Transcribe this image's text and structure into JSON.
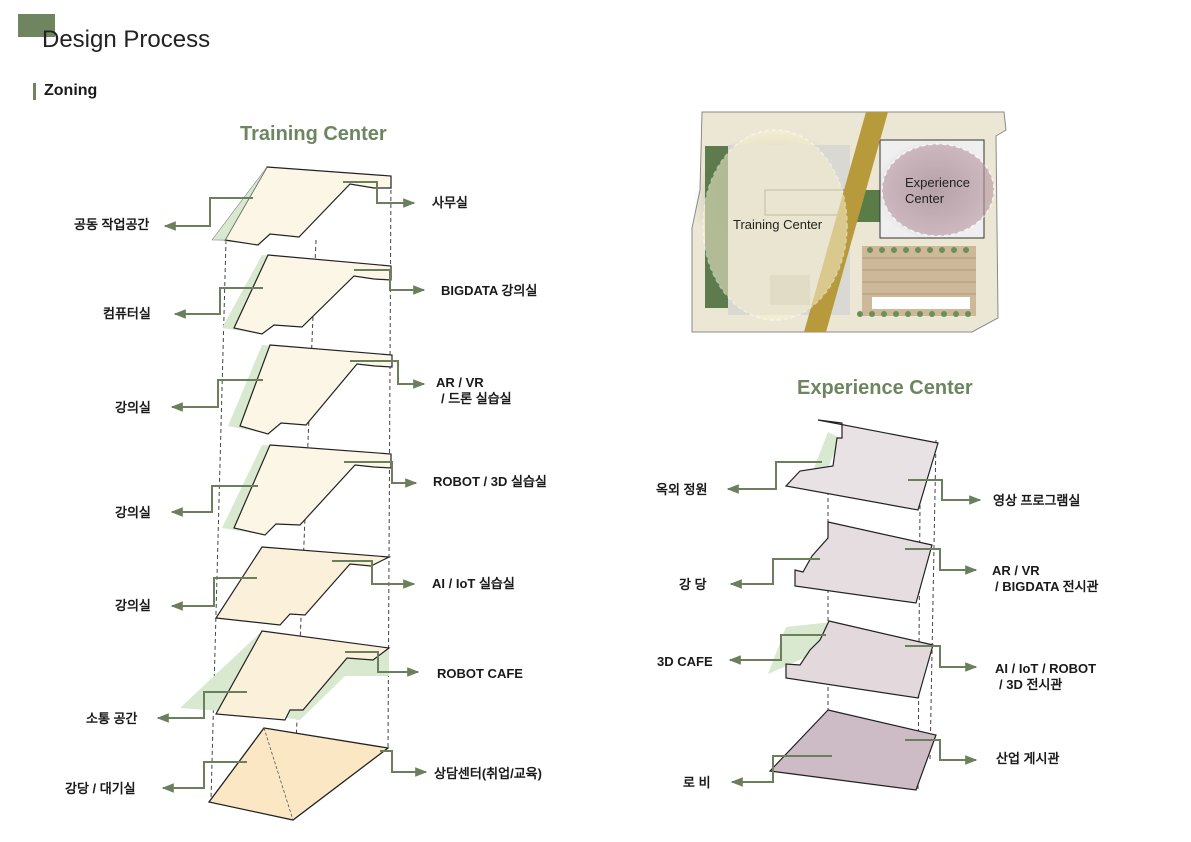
{
  "page": {
    "title": "Design Process",
    "section": "Zoning"
  },
  "training_center": {
    "heading": "Training Center",
    "labels_left": [
      "공동 작업공간",
      "컴퓨터실",
      "강의실",
      "강의실",
      "강의실",
      "소통 공간",
      "강당 / 대기실"
    ],
    "labels_right": [
      "사무실",
      "BIGDATA 강의실",
      "AR / VR",
      "/ 드론 실습실",
      "ROBOT / 3D 실습실",
      "AI / IoT 실습실",
      "ROBOT CAFE",
      "상담센터(취업/교육)"
    ]
  },
  "experience_center": {
    "heading": "Experience Center",
    "labels_left": [
      "옥외 정원",
      "강 당",
      "3D CAFE",
      "로 비"
    ],
    "labels_right": [
      "영상 프로그램실",
      "AR / VR",
      "/ BIGDATA 전시관",
      "AI / IoT / ROBOT",
      "/ 3D 전시관",
      "산업 게시관"
    ]
  },
  "site_map": {
    "label_training": "Training Center",
    "label_experience_1": "Experience",
    "label_experience_2": "Center"
  },
  "colors": {
    "accent": "#6f8560",
    "arrow": "#6b7f5c",
    "floor_cream": "#fbf6e6",
    "floor_tan": "#fbe7c4",
    "green_zone": "#d9ead0",
    "floor_mauve": "#e6dde0",
    "floor_lobby": "#cdbcc6"
  }
}
